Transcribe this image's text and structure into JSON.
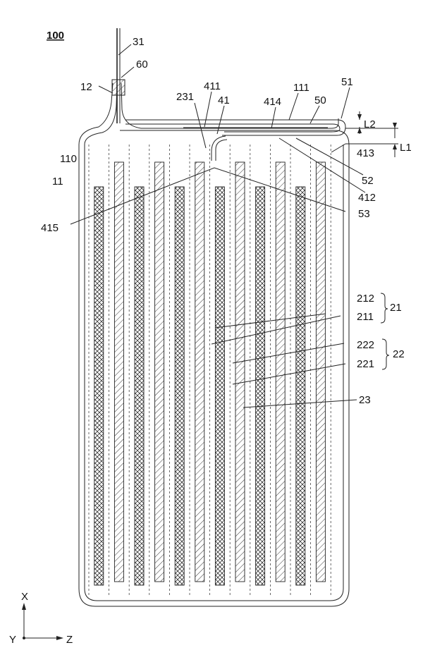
{
  "figure_id": "100",
  "labels": {
    "l31": "31",
    "l60": "60",
    "l12": "12",
    "l231": "231",
    "l411": "411",
    "l41": "41",
    "l111": "111",
    "l414": "414",
    "l50": "50",
    "l51": "51",
    "lL2": "L2",
    "lL1": "L1",
    "l413": "413",
    "l52": "52",
    "l412": "412",
    "l53": "53",
    "l110": "110",
    "l11": "11",
    "l415": "415",
    "l212": "212",
    "l211": "211",
    "l21": "21",
    "l222": "222",
    "l221": "221",
    "l22": "22",
    "l23": "23"
  },
  "axes": {
    "x": "X",
    "y": "Y",
    "z": "Z"
  },
  "plate_order": [
    "separator",
    "cathode",
    "separator",
    "anode",
    "separator",
    "cathode",
    "separator",
    "anode",
    "separator",
    "cathode",
    "separator",
    "anode",
    "separator",
    "cathode",
    "separator",
    "anode",
    "separator",
    "cathode",
    "separator",
    "anode",
    "separator",
    "cathode",
    "separator",
    "anode",
    "separator"
  ]
}
